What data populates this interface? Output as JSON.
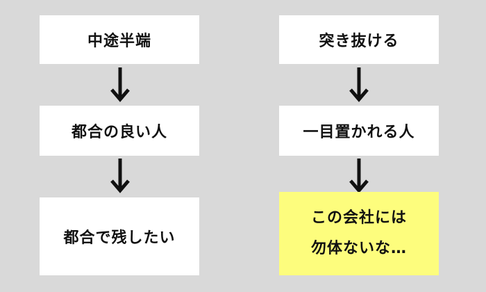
{
  "left_column": {
    "box1": "中途半端",
    "box2": "都合の良い人",
    "box3": "都合で残したい"
  },
  "right_column": {
    "box1": "突き抜ける",
    "box2": "一目置かれる人",
    "box3_line1": "この会社には",
    "box3_line2": "勿体ないな…"
  },
  "colors": {
    "background": "#d9d9d9",
    "box": "#ffffff",
    "highlight": "#fdfd7d",
    "arrow": "#111111"
  },
  "icons": [
    "arrow-down-icon"
  ]
}
